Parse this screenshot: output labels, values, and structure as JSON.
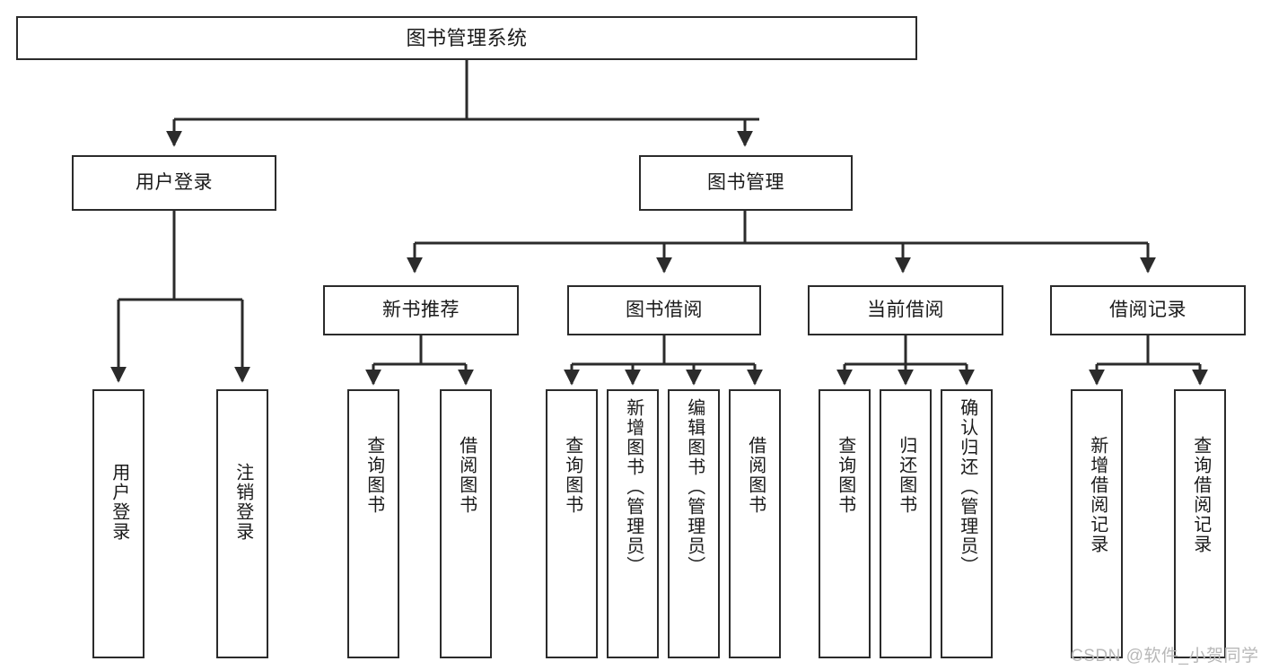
{
  "diagram": {
    "type": "hierarchy-tree",
    "title": "图书管理系统",
    "root": {
      "label": "图书管理系统"
    },
    "level2": [
      {
        "label": "用户登录"
      },
      {
        "label": "图书管理"
      }
    ],
    "level3": [
      {
        "label": "新书推荐"
      },
      {
        "label": "图书借阅"
      },
      {
        "label": "当前借阅"
      },
      {
        "label": "借阅记录"
      }
    ],
    "leaves": {
      "user_login": [
        {
          "label": "用户登录"
        },
        {
          "label": "注销登录"
        }
      ],
      "new_book_recommend": [
        {
          "label": "查询图书"
        },
        {
          "label": "借阅图书"
        }
      ],
      "book_borrow": [
        {
          "label": "查询图书"
        },
        {
          "label": "新增图书（管理员）"
        },
        {
          "label": "编辑图书（管理员）"
        },
        {
          "label": "借阅图书"
        }
      ],
      "current_borrow": [
        {
          "label": "查询图书"
        },
        {
          "label": "归还图书"
        },
        {
          "label": "确认归还（管理员）"
        }
      ],
      "borrow_record": [
        {
          "label": "新增借阅记录"
        },
        {
          "label": "查询借阅记录"
        }
      ]
    }
  },
  "watermark": {
    "text": "CSDN @软件_小贺同学"
  },
  "colors": {
    "border": "#2b2b2b",
    "background": "#ffffff",
    "text": "#1a1a1a",
    "watermark": "#b8b8b8"
  }
}
